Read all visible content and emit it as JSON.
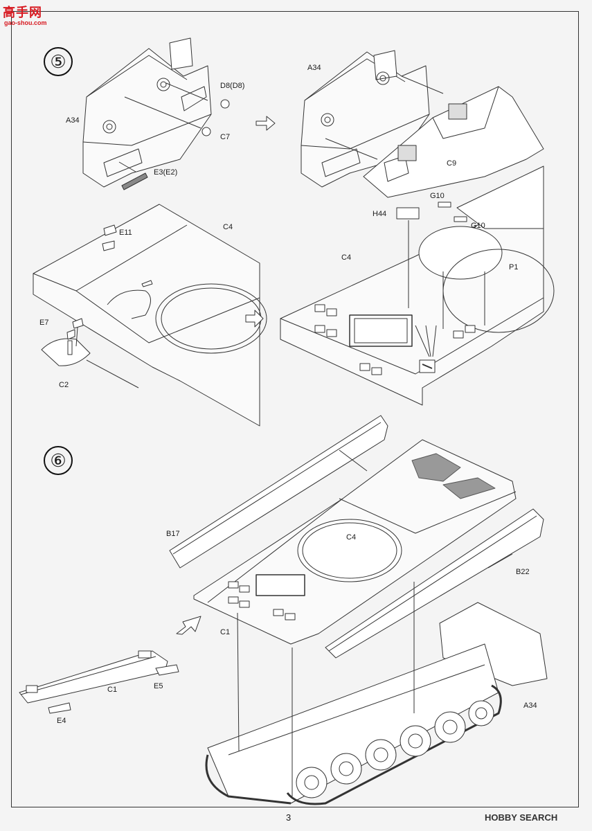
{
  "logo": {
    "main": "高手网",
    "sub": "gao-shou.com"
  },
  "steps": [
    {
      "number": "⑤"
    },
    {
      "number": "⑥"
    }
  ],
  "step5": {
    "upper_labels": {
      "a34_left": "A34",
      "d8": "D8(D8)",
      "c7": "C7",
      "e3": "E3(E2)",
      "a34_right": "A34",
      "c9": "C9"
    },
    "lower_labels": {
      "e11": "E11",
      "c4_left": "C4",
      "e7": "E7",
      "c2": "C2",
      "h44": "H44",
      "g10_top": "G10",
      "g10_right": "G10",
      "c4_right": "C4",
      "p1": "P1"
    }
  },
  "step6": {
    "labels": {
      "b17": "B17",
      "c4": "C4",
      "b22": "B22",
      "c1_top": "C1",
      "c1_bottom": "C1",
      "e5": "E5",
      "e4": "E4",
      "a34": "A34"
    }
  },
  "footer": {
    "page_number": "3",
    "watermark": "HOBBY SEARCH"
  }
}
